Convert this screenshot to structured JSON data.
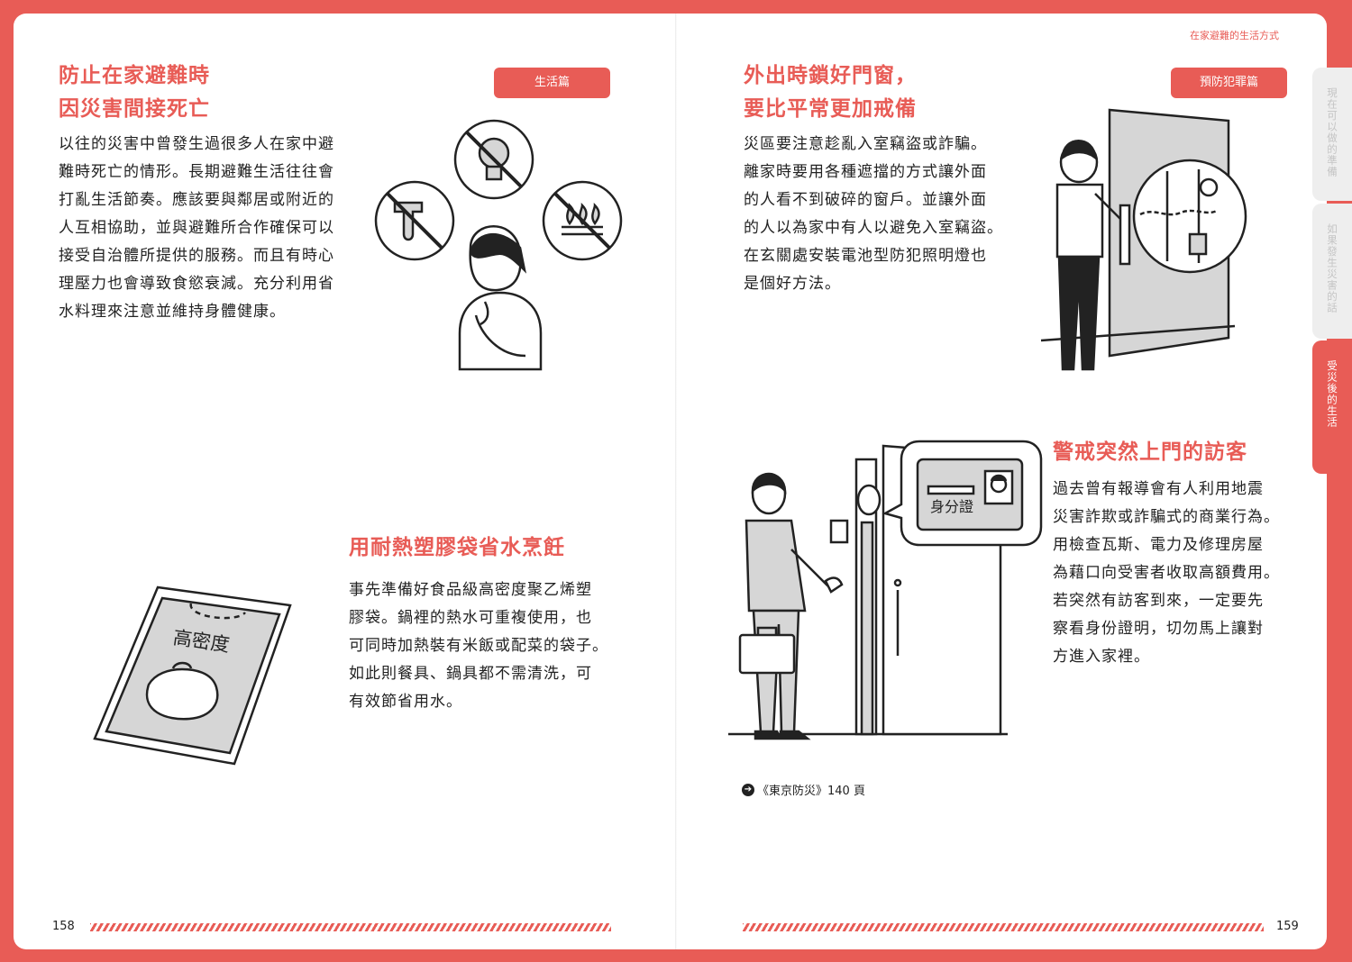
{
  "header": {
    "section_title": "在家避難的生活方式"
  },
  "side_tabs": [
    {
      "label": "現在可以做的準備",
      "active": false
    },
    {
      "label": "如果發生災害的話",
      "active": false
    },
    {
      "label": "受災後的生活",
      "active": true
    }
  ],
  "left_page": {
    "tag": "生活篇",
    "section1": {
      "title_line1": "防止在家避難時",
      "title_line2": "因災害間接死亡",
      "lines": [
        "以往的災害中曾發生過很多人在家中避",
        "難時死亡的情形。長期避難生活往往會",
        "打亂生活節奏。應該要與鄰居或附近的",
        "人互相協助，並與避難所合作確保可以",
        "接受自治體所提供的服務。而且有時心",
        "理壓力也會導致食慾衰減。充分利用省",
        "水料理來注意並維持身體健康。"
      ]
    },
    "section2": {
      "title": "用耐熱塑膠袋省水烹飪",
      "lines": [
        "事先準備好食品級高密度聚乙烯塑",
        "膠袋。鍋裡的熱水可重複使用，也",
        "可同時加熱裝有米飯或配菜的袋子。",
        "如此則餐具、鍋具都不需清洗，可",
        "有效節省用水。"
      ]
    },
    "bag_label": "高密度",
    "page_number": "158"
  },
  "right_page": {
    "tag": "預防犯罪篇",
    "section1": {
      "title_line1": "外出時鎖好門窗，",
      "title_line2": "要比平常更加戒備",
      "lines": [
        "災區要注意趁亂入室竊盜或詐騙。",
        "離家時要用各種遮擋的方式讓外面",
        "的人看不到破碎的窗戶。並讓外面",
        "的人以為家中有人以避免入室竊盜。",
        "在玄關處安裝電池型防犯照明燈也",
        "是個好方法。"
      ]
    },
    "section2": {
      "title": "警戒突然上門的訪客",
      "lines": [
        "過去曾有報導會有人利用地震",
        "災害詐欺或詐騙式的商業行為。",
        "用檢查瓦斯、電力及修理房屋",
        "為藉口向受害者收取高額費用。",
        "若突然有訪客到來，一定要先",
        "察看身份證明，切勿馬上讓對",
        "方進入家裡。"
      ]
    },
    "id_card_label": "身分證",
    "reference": "《東京防災》140 頁",
    "page_number": "159"
  }
}
